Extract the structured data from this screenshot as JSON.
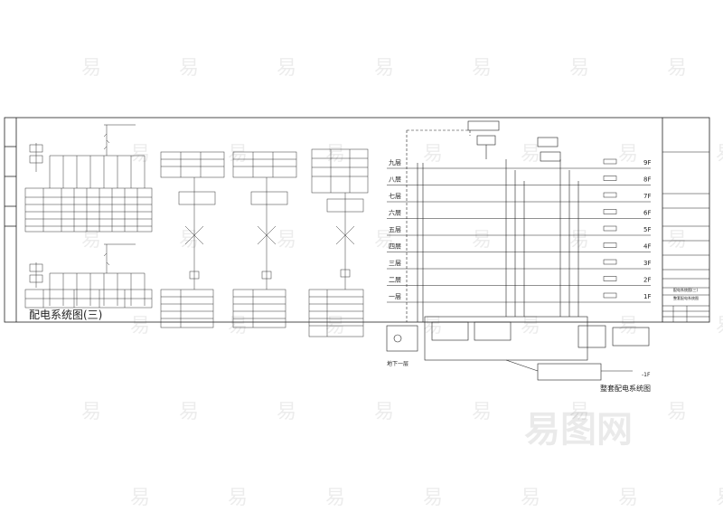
{
  "drawing": {
    "left_title": "配电系统图(三)",
    "right_title": "整套配电系统图",
    "basement_label": "地下一层",
    "basement_floor": "-1F",
    "floors_right": [
      "9F",
      "8F",
      "7F",
      "6F",
      "5F",
      "4F",
      "3F",
      "2F",
      "1F"
    ],
    "floors_left": [
      "九层",
      "八层",
      "七层",
      "六层",
      "五层",
      "四层",
      "三层",
      "二层",
      "一层"
    ],
    "title_block": {
      "drawing_name_line1": "配电系统图(三)",
      "drawing_name_line2": "整套配电系统图"
    }
  },
  "watermark": {
    "glyph": "易",
    "brand": "易图网"
  }
}
